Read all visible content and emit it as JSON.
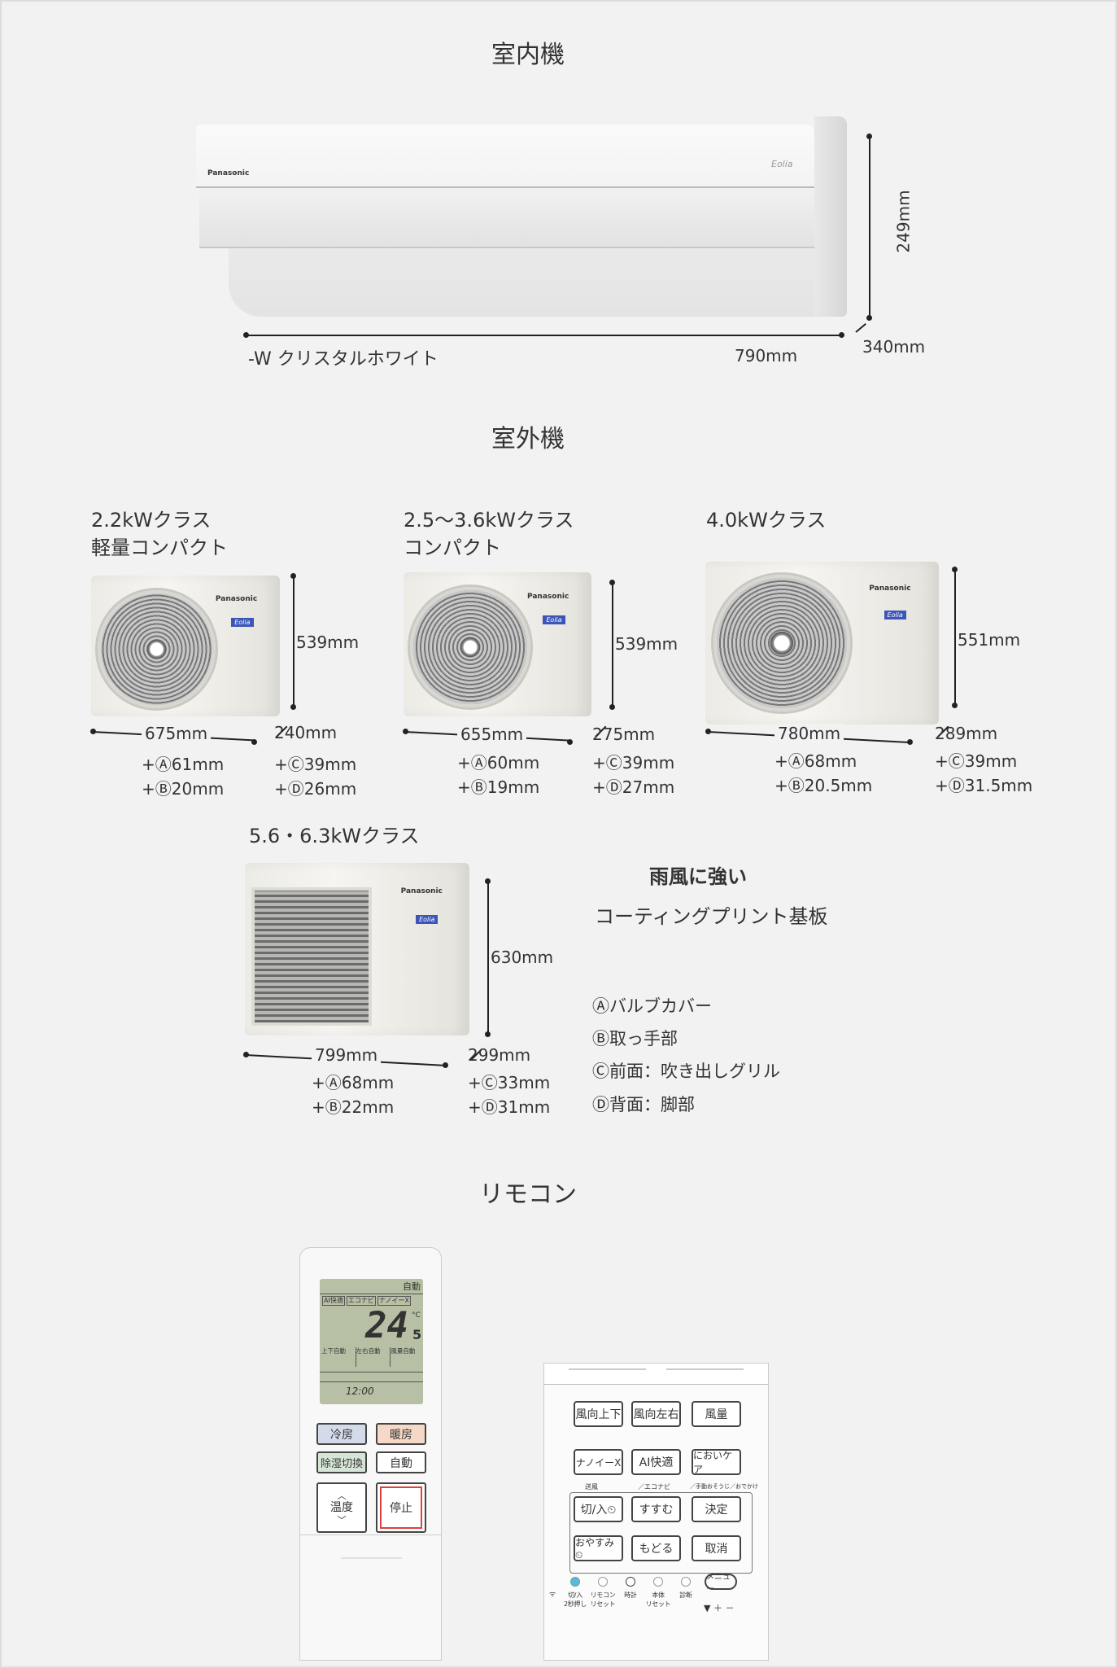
{
  "indoor": {
    "title": "室内機",
    "brand": "Panasonic",
    "model_logo": "Eolia",
    "color_label": "-W クリスタルホワイト",
    "width": "790mm",
    "height": "249mm",
    "depth": "340mm"
  },
  "outdoor": {
    "title": "室外機",
    "units": [
      {
        "heading": [
          "2.2kWクラス",
          "軽量コンパクト"
        ],
        "height": "539mm",
        "width": "675mm",
        "depth": "240mm",
        "a": "+Ⓐ61mm",
        "b": "+Ⓑ20mm",
        "c": "+Ⓒ39mm",
        "d": "+Ⓓ26mm"
      },
      {
        "heading": [
          "2.5〜3.6kWクラス",
          "コンパクト"
        ],
        "height": "539mm",
        "width": "655mm",
        "depth": "275mm",
        "a": "+Ⓐ60mm",
        "b": "+Ⓑ19mm",
        "c": "+Ⓒ39mm",
        "d": "+Ⓓ27mm"
      },
      {
        "heading": [
          "4.0kWクラス",
          ""
        ],
        "height": "551mm",
        "width": "780mm",
        "depth": "289mm",
        "a": "+Ⓐ68mm",
        "b": "+Ⓑ20.5mm",
        "c": "+Ⓒ39mm",
        "d": "+Ⓓ31.5mm"
      },
      {
        "heading": [
          "5.6・6.3kWクラス",
          ""
        ],
        "height": "630mm",
        "width": "799mm",
        "depth": "299mm",
        "a": "+Ⓐ68mm",
        "b": "+Ⓑ22mm",
        "c": "+Ⓒ33mm",
        "d": "+Ⓓ31mm"
      }
    ],
    "feature_title": "雨風に強い",
    "feature_text": "コーティングプリント基板",
    "legend": [
      "Ⓐバルブカバー",
      "Ⓑ取っ手部",
      "Ⓒ前面：吹き出しグリル",
      "Ⓓ背面：脚部"
    ]
  },
  "remote": {
    "title": "リモコン",
    "main": {
      "lcd_mode": "自動",
      "lcd_tags": [
        "AI快適",
        "エコナビ",
        "ナノイーX"
      ],
      "lcd_temp": "24",
      "lcd_temp_decimal": "5",
      "lcd_unit": "°C",
      "lcd_fan": [
        "上下自動",
        "左右自動",
        "風量自動"
      ],
      "lcd_clock": "12:00",
      "buttons": {
        "cool": "冷房",
        "heat": "暖房",
        "dry": "除湿切換",
        "auto": "自動",
        "temp": "温度",
        "stop": "停止"
      }
    },
    "panel": {
      "buttons": [
        "風向上下",
        "風向左右",
        "風量",
        "ナノイーX",
        "AI快適",
        "においケア",
        "切/入⏲",
        "すすむ",
        "決定",
        "おやすみ⏲",
        "もどる",
        "取消"
      ],
      "sublabels": [
        "送風",
        "／エコナビ",
        "／手動おそうじ／おでかけ"
      ],
      "leds": [
        {
          "label": "切/入\n2秒押し",
          "icon": "wifi-icon",
          "lit": true
        },
        {
          "label": "リモコン\nリセット",
          "lit": false
        },
        {
          "label": "時計",
          "lit": false
        },
        {
          "label": "本体\nリセット",
          "lit": false
        },
        {
          "label": "診断",
          "lit": false
        }
      ],
      "menu": "メニュー",
      "battery": "▼ ＋ －"
    },
    "colors": {
      "cool": "#d3dbea",
      "heat": "#f5d8c6",
      "dry": "#d6e6d6",
      "stop_border": "#e04040",
      "led_on": "#5ab8e0"
    }
  }
}
